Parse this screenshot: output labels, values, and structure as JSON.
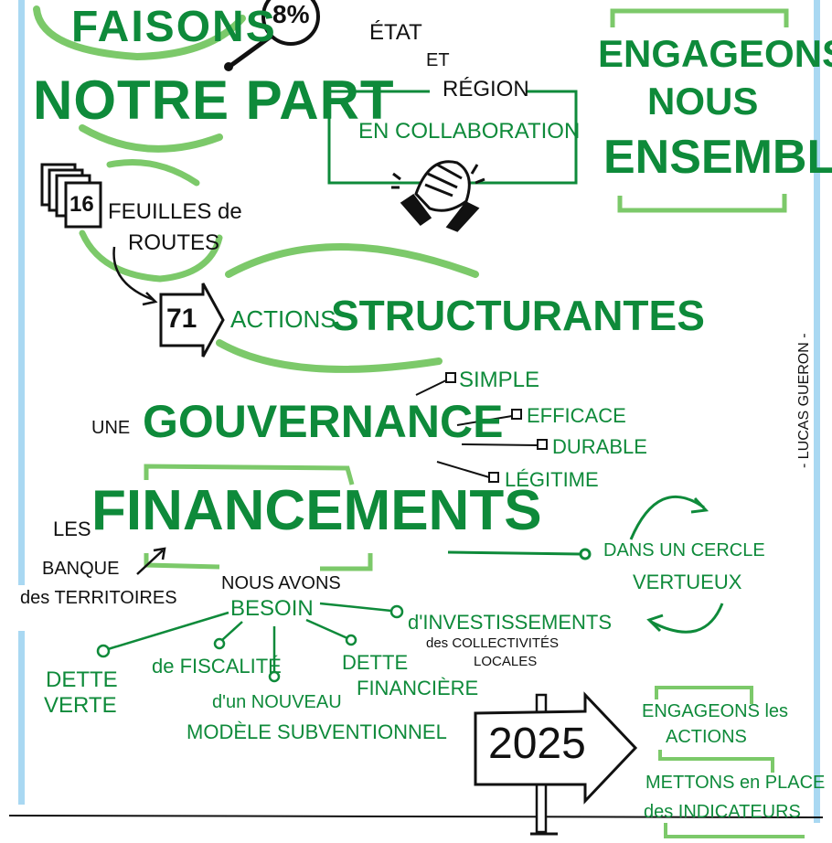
{
  "colors": {
    "dark_green": "#0e8a3a",
    "light_green": "#7cc96a",
    "border_blue": "#a9d8f2",
    "ink": "#111111"
  },
  "header": {
    "faisons": "FAISONS",
    "notre_part": "NOTRE PART",
    "percent": "8%"
  },
  "partners": {
    "etat": "ÉTAT",
    "et": "ET",
    "region": "RÉGION",
    "collaboration": "EN COLLABORATION",
    "handshake_icon": "handshake-icon"
  },
  "engageons": {
    "line1": "ENGAGEONS",
    "line2": "NOUS",
    "line3": "ENSEMBLE"
  },
  "roadmaps": {
    "count": "16",
    "label_line1": "FEUILLES de",
    "label_line2": "ROUTES"
  },
  "actions": {
    "count": "71",
    "label": "ACTIONS",
    "structurantes": "STRUCTURANTES"
  },
  "author": "- LUCAS GUERON -",
  "gouvernance": {
    "une": "UNE",
    "title": "GOUVERNANCE",
    "qualities": [
      "SIMPLE",
      "EFFICACE",
      "DURABLE",
      "LÉGITIME"
    ]
  },
  "financements": {
    "les": "LES",
    "title": "FINANCEMENTS",
    "banque_line1": "BANQUE",
    "banque_line2": "des TERRITOIRES",
    "cercle_line1": "DANS UN CERCLE",
    "cercle_line2": "VERTUEUX"
  },
  "besoin": {
    "nous_avons": "NOUS AVONS",
    "besoin": "BESOIN",
    "dette_verte_1": "DETTE",
    "dette_verte_2": "VERTE",
    "fiscalite": "de FISCALITÉ",
    "modele_1": "d'un NOUVEAU",
    "modele_2": "MODÈLE SUBVENTIONNEL",
    "dette_fin_1": "DETTE",
    "dette_fin_2": "FINANCIÈRE",
    "invest_1": "d'INVESTISSEMENTS",
    "invest_2": "des COLLECTIVITÉS",
    "invest_3": "LOCALES"
  },
  "signpost": {
    "year": "2025"
  },
  "next_steps": {
    "line1": "ENGAGEONS les",
    "line2": "ACTIONS",
    "line3": "METTONS en PLACE",
    "line4": "des INDICATEURS"
  }
}
